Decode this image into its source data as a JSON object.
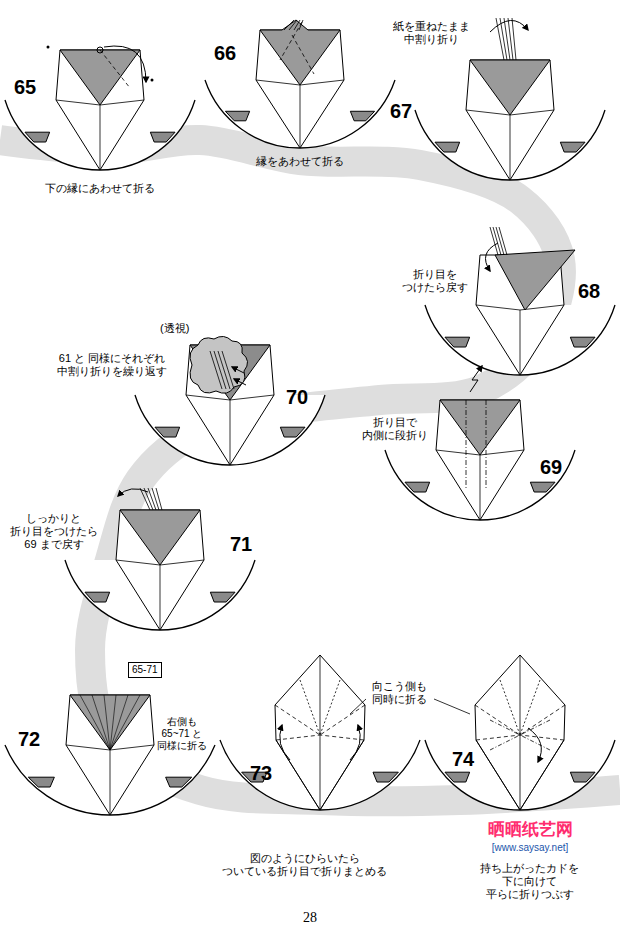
{
  "diagram": {
    "nodes": [
      {
        "text": [
          "65-71"
        ]
      }
    ],
    "labels": [
      "65",
      "66",
      "紙を重ねたまま 中割り折り",
      "67",
      "下の縁にあわせて折る",
      "縁をあわせて折る",
      "折り目を つけたら戻す",
      "68",
      "(透視)",
      "61 と 同様にそれぞれ 中割り折りを繰り返す",
      "70",
      "折り目で 内側に段折り",
      "69",
      "しっかりと 折り目をつけたら 69 まで戻す",
      "71",
      "72",
      "右側も 65~71 と 同様に折る",
      "向こう側も 同時に折る",
      "73",
      "74",
      "図のようにひらいたら ついている折り目で折りまとめる",
      "持ち上がったカドを 下に向けて 平らに折りつぶす",
      "晒晒纸艺网",
      "[www.saysay.net]",
      "28"
    ]
  }
}
